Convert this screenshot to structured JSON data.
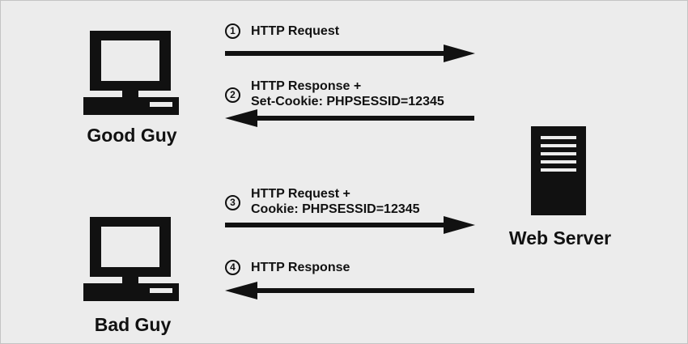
{
  "actors": {
    "good_guy": "Good Guy",
    "bad_guy": "Bad Guy",
    "server": "Web Server"
  },
  "messages": [
    {
      "step": "1",
      "lines": [
        "HTTP Request"
      ],
      "direction": "to-server"
    },
    {
      "step": "2",
      "lines": [
        "HTTP Response +",
        "Set-Cookie: PHPSESSID=12345"
      ],
      "direction": "to-client"
    },
    {
      "step": "3",
      "lines": [
        "HTTP Request +",
        "Cookie: PHPSESSID=12345"
      ],
      "direction": "to-server"
    },
    {
      "step": "4",
      "lines": [
        "HTTP Response"
      ],
      "direction": "to-client"
    }
  ],
  "icons": {
    "client": "computer-monitor-icon",
    "server": "server-tower-icon"
  },
  "colors": {
    "background": "#ececec",
    "ink": "#111111",
    "border": "#c4c4c4"
  }
}
